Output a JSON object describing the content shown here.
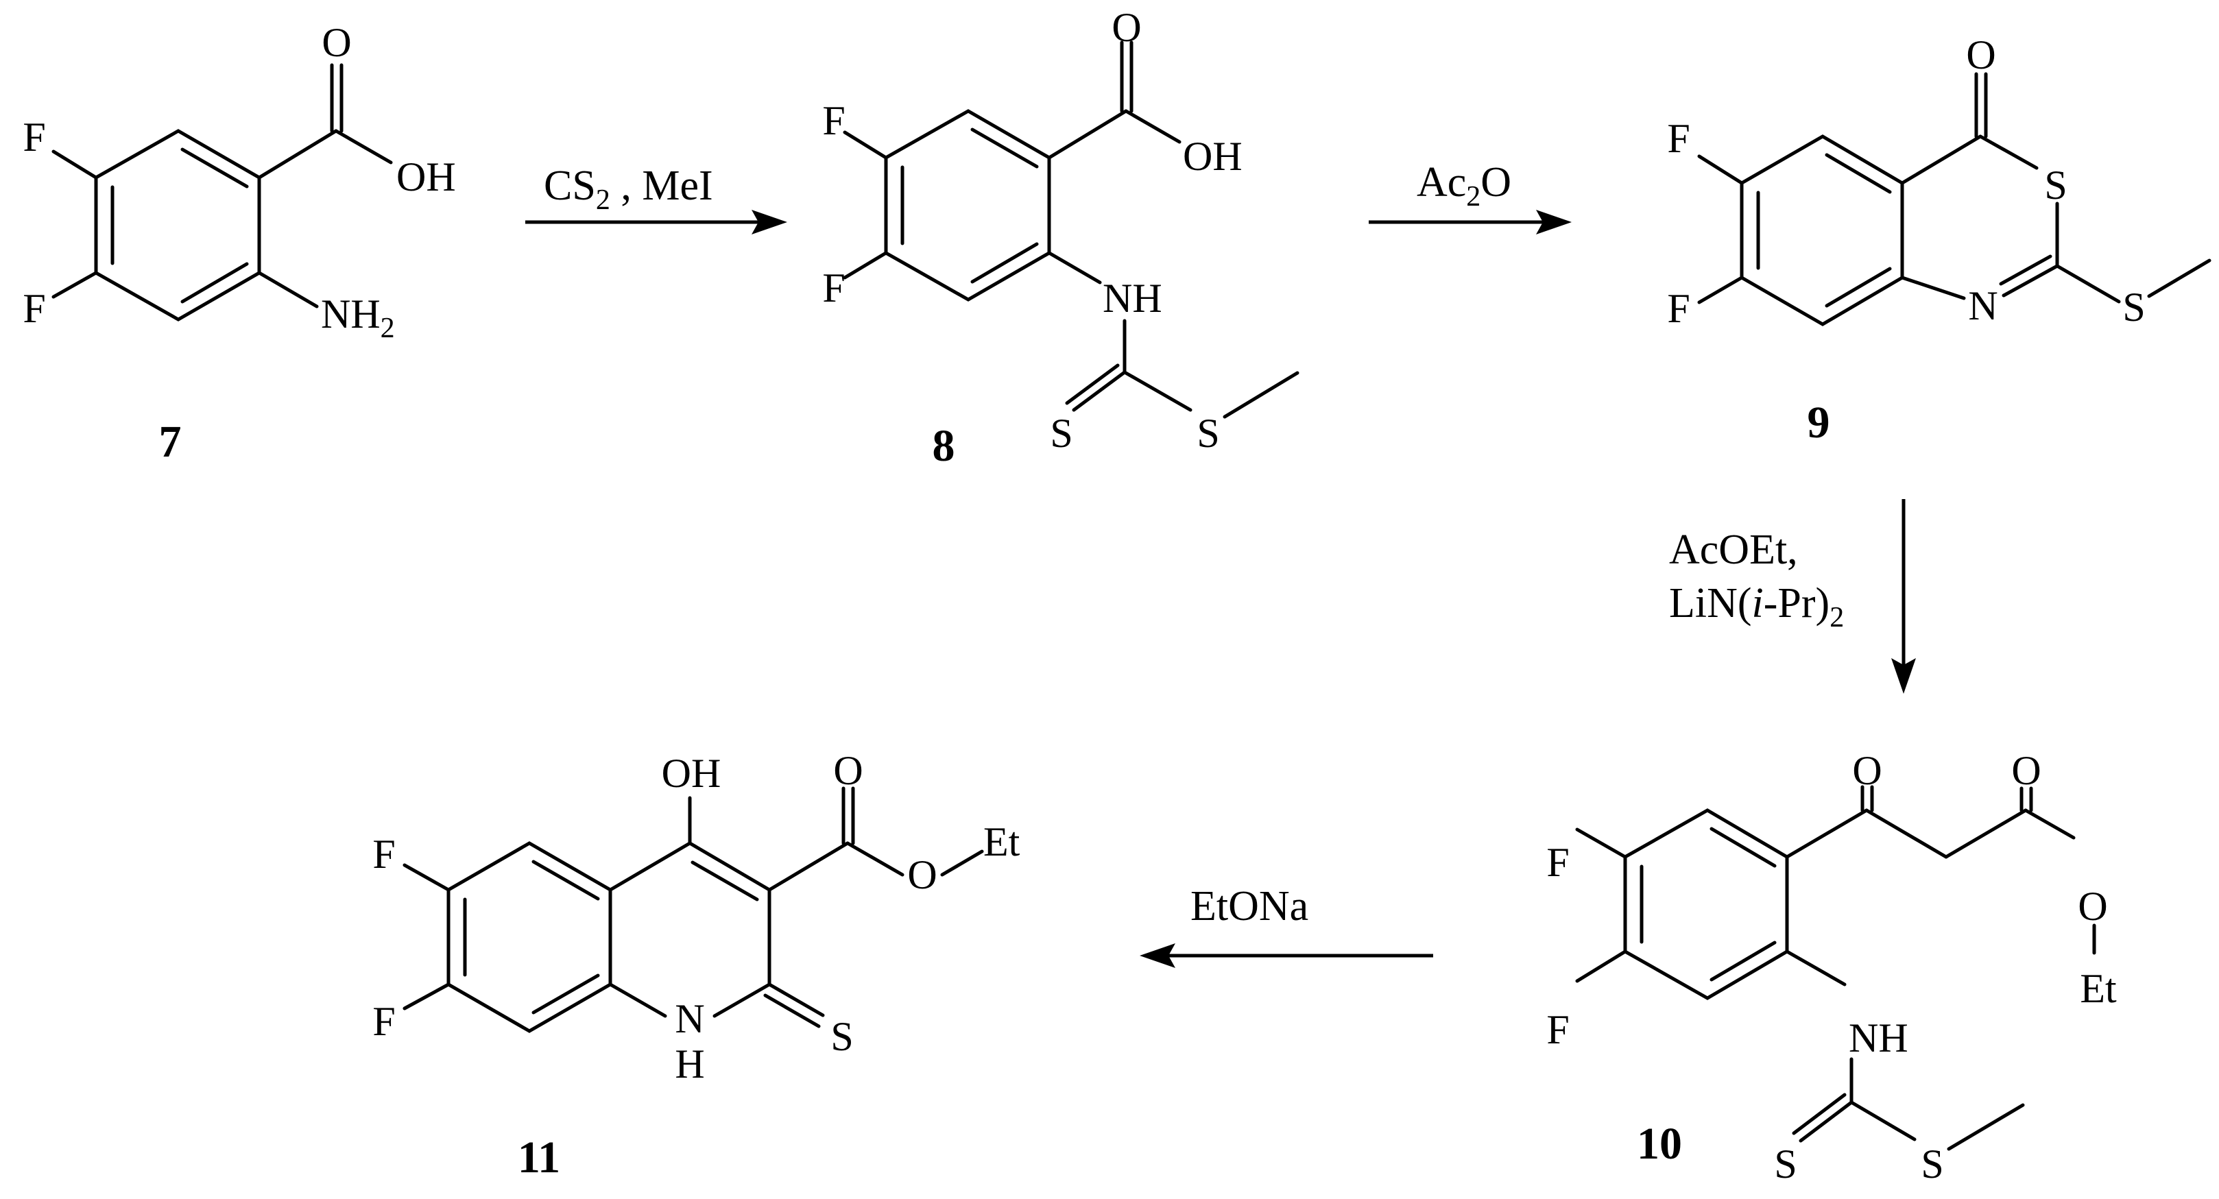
{
  "compounds": [
    {
      "id": "7",
      "atoms": {
        "f1": "F",
        "f2": "F",
        "oh": "OH",
        "o": "O",
        "nh2": "NH",
        "nh2_sub": "2"
      }
    },
    {
      "id": "8",
      "atoms": {
        "f1": "F",
        "f2": "F",
        "oh": "OH",
        "o": "O",
        "nh": "NH",
        "s_thione": "S",
        "s_me": "S"
      }
    },
    {
      "id": "9",
      "atoms": {
        "f1": "F",
        "f2": "F",
        "o": "O",
        "s_ring": "S",
        "n": "N",
        "s_me": "S"
      }
    },
    {
      "id": "10",
      "atoms": {
        "f1": "F",
        "f2": "F",
        "o_ketone": "O",
        "o_ester": "O",
        "o_ether": "O",
        "et": "Et",
        "nh": "NH",
        "s_thione": "S",
        "s_me": "S"
      }
    },
    {
      "id": "11",
      "atoms": {
        "f1": "F",
        "f2": "F",
        "oh": "OH",
        "o_ester": "O",
        "o_ether": "O",
        "et": "Et",
        "nh_n": "N",
        "nh_h": "H",
        "s": "S"
      }
    }
  ],
  "reactions": [
    {
      "from": "7",
      "to": "8",
      "reagent_parts": [
        "CS",
        "2",
        " , MeI"
      ]
    },
    {
      "from": "8",
      "to": "9",
      "reagent_parts": [
        "Ac",
        "2",
        "O"
      ]
    },
    {
      "from": "9",
      "to": "10",
      "reagent_line1": "AcOEt,",
      "reagent_line2_parts": [
        "LiN(",
        "i",
        "-Pr)",
        "2"
      ]
    },
    {
      "from": "10",
      "to": "11",
      "reagent_parts": [
        "EtONa"
      ]
    }
  ]
}
